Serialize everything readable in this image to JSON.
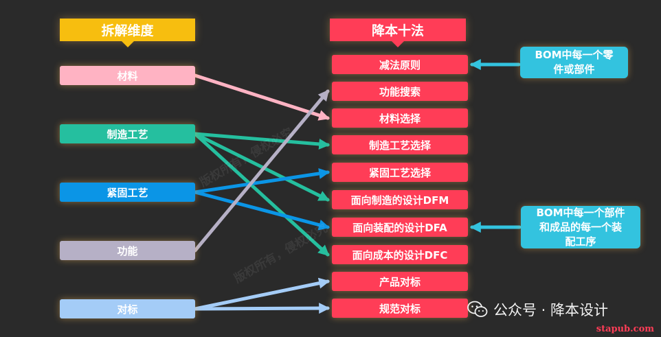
{
  "left_header": "拆解维度",
  "right_header": "降本十法",
  "left_nodes": [
    "材料",
    "制造工艺",
    "紧固工艺",
    "功能",
    "对标"
  ],
  "right_nodes": [
    "减法原则",
    "功能搜索",
    "材料选择",
    "制造工艺选择",
    "紧固工艺选择",
    "面向制造的设计DFM",
    "面向装配的设计DFA",
    "面向成本的设计DFC",
    "产品对标",
    "规范对标"
  ],
  "notes": [
    {
      "lines": [
        "BOM中每一个零",
        "件或部件"
      ]
    },
    {
      "lines": [
        "BOM中每一个部件",
        "和成品的每一个装",
        "配工序"
      ]
    }
  ],
  "watermarks": [
    "版权所有，侵权必究",
    "版权所有，侵权必究"
  ],
  "footer": {
    "label": "公众号 · 降本设计",
    "icon": "wechat-icon"
  },
  "site_mark": "stapub.com",
  "colors": {
    "background": "#2a2a2a",
    "left_header": "#f7be0f",
    "right_header": "#ff3d57",
    "material": "#ffb3c3",
    "manufacturing": "#25bf9f",
    "fastening": "#0b95e6",
    "function": "#b6b0c6",
    "benchmark": "#a4ccf7",
    "note": "#33c3df"
  },
  "connections": [
    {
      "from": 0,
      "to": 2,
      "color": "#ffb3c3"
    },
    {
      "from": 1,
      "to": 3,
      "color": "#25bf9f"
    },
    {
      "from": 1,
      "to": 5,
      "color": "#25bf9f"
    },
    {
      "from": 1,
      "to": 7,
      "color": "#25bf9f"
    },
    {
      "from": 2,
      "to": 4,
      "color": "#0b95e6"
    },
    {
      "from": 2,
      "to": 6,
      "color": "#0b95e6"
    },
    {
      "from": 3,
      "to": 1,
      "color": "#b6b0c6"
    },
    {
      "from": 4,
      "to": 8,
      "color": "#a4ccf7"
    },
    {
      "from": 4,
      "to": 9,
      "color": "#a4ccf7"
    }
  ],
  "note_links": [
    {
      "note": 0,
      "to": 0,
      "color": "#33c3df"
    },
    {
      "note": 1,
      "to": 6,
      "color": "#33c3df"
    }
  ]
}
